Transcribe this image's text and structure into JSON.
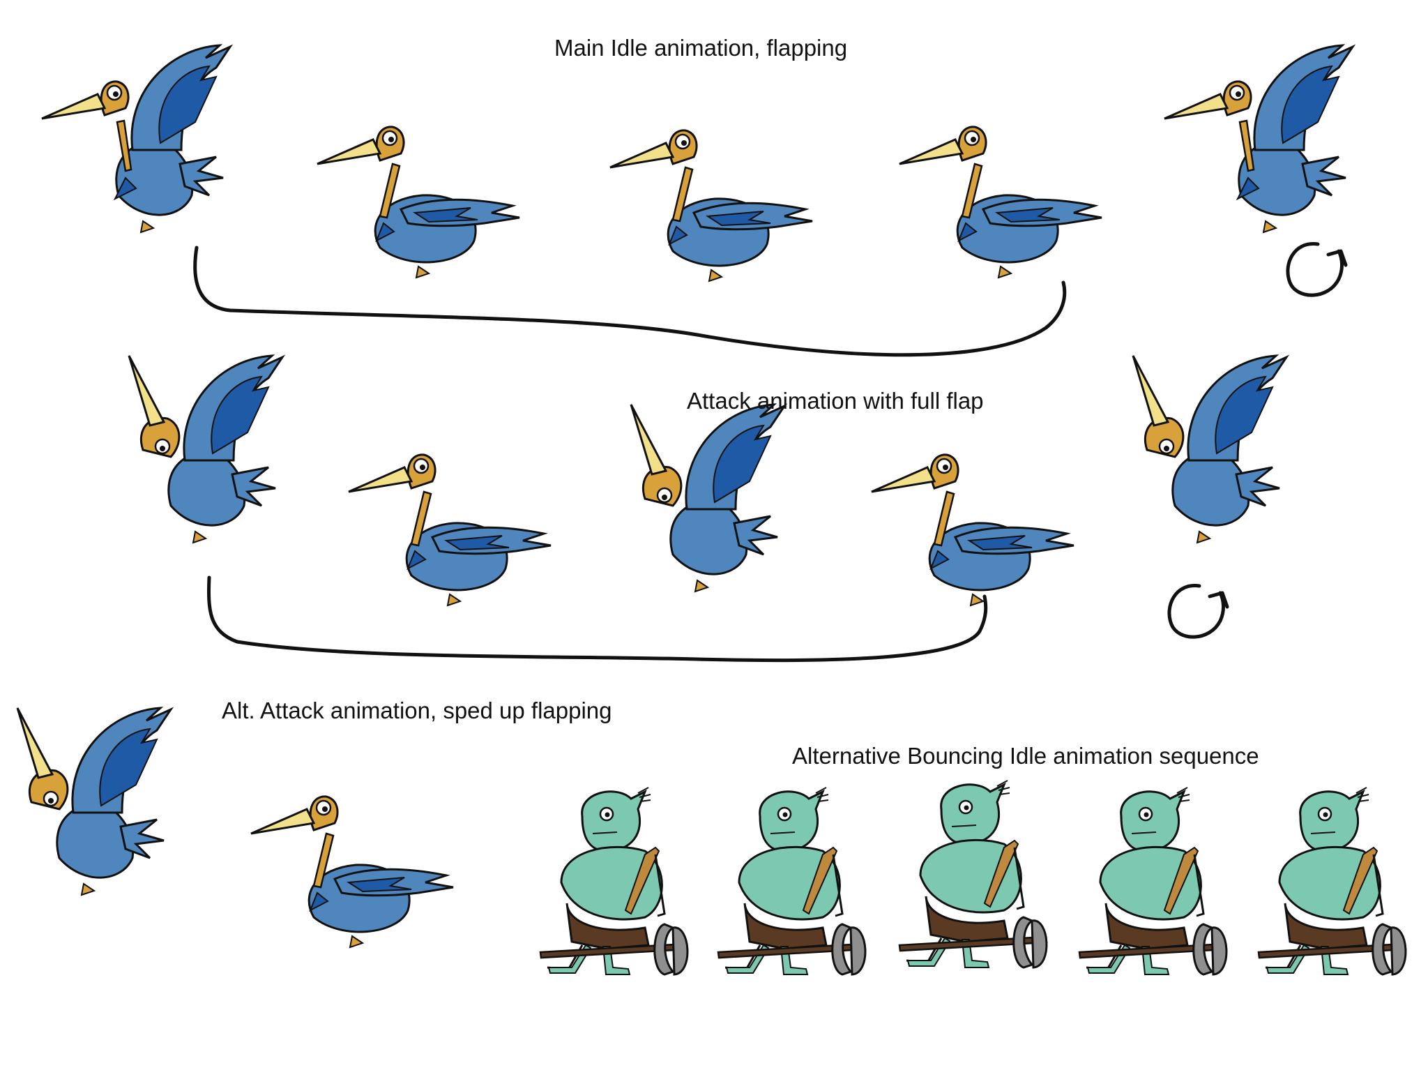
{
  "labels": {
    "main_idle": "Main Idle animation, flapping",
    "attack_full_flap": "Attack animation with full flap",
    "alt_attack": "Alt. Attack animation, sped up flapping",
    "alt_bouncing_idle": "Alternative Bouncing Idle animation sequence"
  },
  "rows": [
    {
      "name": "main-idle",
      "character": "bird",
      "frame_count": 5,
      "loop_indicator": "loop-arrow-icon"
    },
    {
      "name": "attack-full-flap",
      "character": "bird",
      "frame_count": 5,
      "loop_indicator": "loop-arrow-icon"
    },
    {
      "name": "alt-attack",
      "character": "bird",
      "frame_count": 2
    },
    {
      "name": "alt-bouncing-idle",
      "character": "troll-with-axe",
      "frame_count": 5
    }
  ],
  "colors": {
    "feather_blue": "#4f86bd",
    "feather_dark_blue": "#1f5aa6",
    "beak_body_orange": "#d9a13a",
    "beak_yellow": "#f3e08a",
    "troll_skin": "#7dc8b0",
    "troll_pants": "#5a3a22",
    "axe_grey": "#8f8f8f",
    "outline": "#111111"
  }
}
